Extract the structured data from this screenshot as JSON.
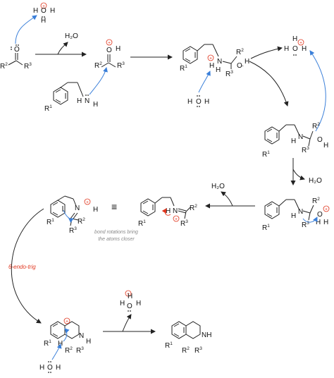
{
  "colors": {
    "ink": "#222222",
    "curly_arrow": "#3a7fd9",
    "charge": "#e0341c",
    "caption_grey": "#8a8a8a"
  },
  "glyphs": {
    "O": "O",
    "H": "H",
    "N": "N",
    "NH": "NH",
    "plus": "+",
    "R1": "R",
    "R2": "R",
    "R3": "R",
    "sub1": "1",
    "sub2": "2",
    "sub3": "3"
  },
  "water_label": "H₂O",
  "equivalence_sign": "≡",
  "caption": {
    "line1": "bond rotations bring",
    "line2": "the atoms closer"
  },
  "step_label": "6-endo-trig"
}
